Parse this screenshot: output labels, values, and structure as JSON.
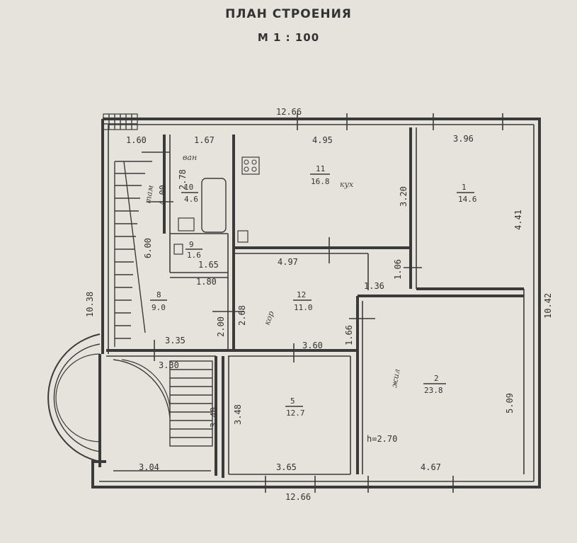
{
  "title": "ПЛАН СТРОЕНИЯ",
  "scale": "М 1 : 100",
  "dimensions": {
    "top_total": "12.66",
    "bottom_total": "12.66",
    "left_total": "10.38",
    "right_total": "10.42",
    "d_160": "1.60",
    "d_167": "1.67",
    "d_495": "4.95",
    "d_396": "3.96",
    "d_400": "4.00",
    "d_278": "2.78",
    "d_600": "6.00",
    "d_320": "3.20",
    "d_441": "4.41",
    "d_497": "4.97",
    "d_106": "1.06",
    "d_136": "1.36",
    "d_165": "1.65",
    "d_180": "1.80",
    "d_268": "2.68",
    "d_200": "2.00",
    "d_166": "1.66",
    "d_360": "3.60",
    "d_335": "3.35",
    "d_330": "3.30",
    "d_348": "3.48",
    "d_340": "3.40",
    "d_509": "5.09",
    "d_304": "3.04",
    "d_365": "3.65",
    "d_467": "4.67",
    "height": "h=2.70"
  },
  "rooms": {
    "r1": {
      "num": "1",
      "area": "14.6"
    },
    "r2": {
      "num": "2",
      "area": "23.8"
    },
    "r5": {
      "num": "5",
      "area": "12.7"
    },
    "r8": {
      "num": "8",
      "area": "9.0"
    },
    "r9": {
      "num": "9",
      "area": "1.6"
    },
    "r10": {
      "num": "10",
      "area": "4.6"
    },
    "r11": {
      "num": "11",
      "area": "16.8"
    },
    "r12": {
      "num": "12",
      "area": "11.0"
    }
  },
  "notes": {
    "vanna": "ван",
    "kuhnya": "кух",
    "kor": "кор",
    "zhil": "жил",
    "tam": "там"
  }
}
